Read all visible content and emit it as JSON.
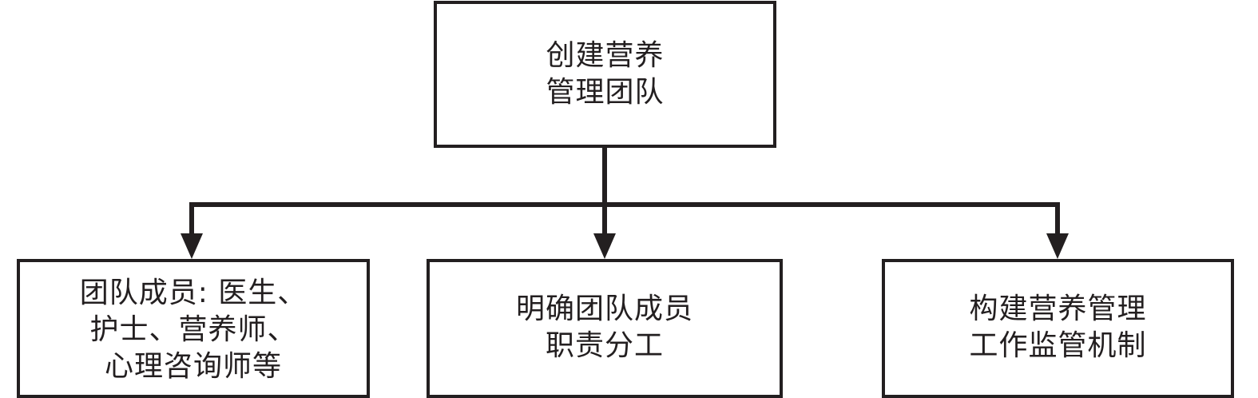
{
  "diagram": {
    "root": {
      "lines": [
        "创建营养",
        "管理团队"
      ]
    },
    "children": [
      {
        "lines": [
          "团队成员: 医生、",
          "护士、营养师、",
          "心理咨询师等"
        ]
      },
      {
        "lines": [
          "明确团队成员",
          "职责分工"
        ]
      },
      {
        "lines": [
          "构建营养管理",
          "工作监管机制"
        ]
      }
    ]
  },
  "colors": {
    "stroke": "#231f20",
    "background": "#ffffff"
  }
}
